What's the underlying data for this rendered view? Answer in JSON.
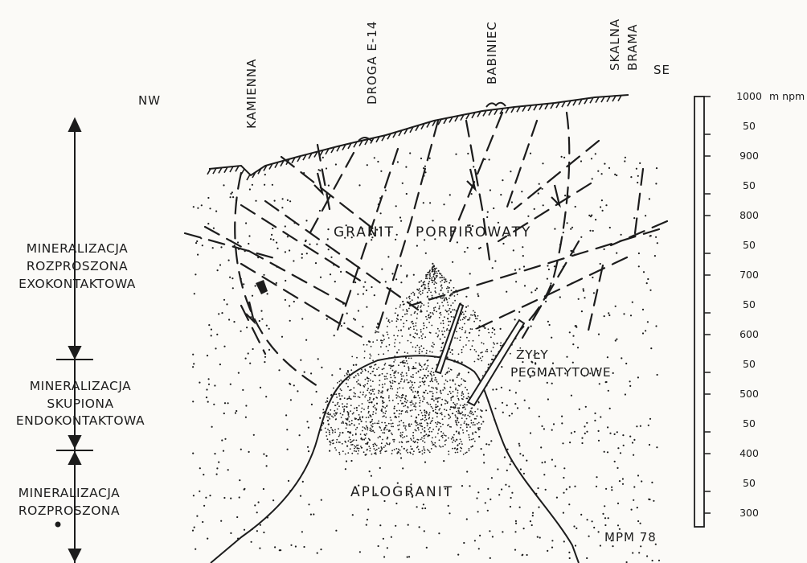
{
  "orientation": {
    "left": "NW",
    "right": "SE"
  },
  "places": [
    {
      "id": "kamienna",
      "label": "KAMIENNA"
    },
    {
      "id": "droga",
      "label": "DROGA E-14"
    },
    {
      "id": "babiniec",
      "label": "BABINIEC"
    },
    {
      "id": "skalna1",
      "label": "SKALNA"
    },
    {
      "id": "skalna2",
      "label": "BRAMA"
    }
  ],
  "zones": [
    {
      "lines": [
        "MINERALIZACJA",
        "ROZPROSZONA",
        "EXOKONTAKTOWA"
      ]
    },
    {
      "lines": [
        "MINERALIZACJA",
        "SKUPIONA",
        "ENDOKONTAKTOWA"
      ]
    },
    {
      "lines": [
        "MINERALIZACJA",
        "ROZPROSZONA"
      ]
    }
  ],
  "rocks": {
    "granit": "GRANIT",
    "porfirowaty": "PORFIROWATY",
    "aplogranit": "APLOGRANIT",
    "zyly1": "ŻYŁY",
    "zyly2": "PEGMATYTOWE"
  },
  "scale": {
    "unit": "m npm",
    "ticks": [
      "1000",
      "50",
      "900",
      "50",
      "800",
      "50",
      "700",
      "50",
      "600",
      "50",
      "500",
      "50",
      "400",
      "50",
      "300"
    ]
  },
  "signature": "MPM 78",
  "colors": {
    "ink": "#1c1c1c",
    "paper": "#fbfaf7"
  }
}
